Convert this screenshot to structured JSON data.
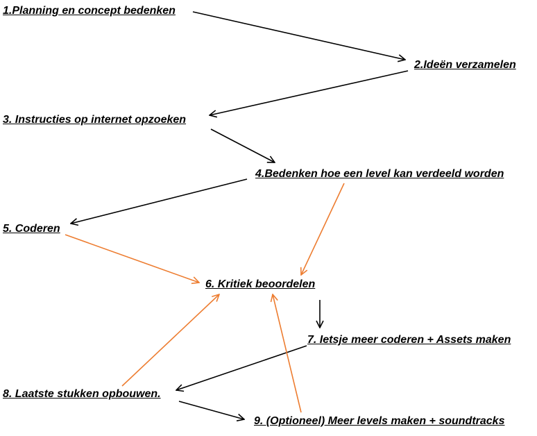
{
  "steps": [
    {
      "id": "s1",
      "label": "1.Planning en concept bedenken"
    },
    {
      "id": "s2",
      "label": "2.Ideën verzamelen"
    },
    {
      "id": "s3",
      "label": "3. Instructies op internet opzoeken"
    },
    {
      "id": "s4",
      "label": "4.Bedenken hoe een level kan verdeeld worden"
    },
    {
      "id": "s5",
      "label": "5. Coderen"
    },
    {
      "id": "s6",
      "label": "6. Kritiek beoordelen"
    },
    {
      "id": "s7",
      "label": "7. Ietsje meer coderen + Assets maken"
    },
    {
      "id": "s8",
      "label": "8. Laatste stukken opbouwen."
    },
    {
      "id": "s9",
      "label": "9. (Optioneel) Meer levels maken + soundtracks"
    }
  ],
  "connections": [
    {
      "from": "1",
      "to": "2",
      "color": "#000000"
    },
    {
      "from": "2",
      "to": "3",
      "color": "#000000"
    },
    {
      "from": "3",
      "to": "4",
      "color": "#000000"
    },
    {
      "from": "4",
      "to": "5",
      "color": "#000000"
    },
    {
      "from": "5",
      "to": "6",
      "color": "#ED7D31"
    },
    {
      "from": "4",
      "to": "6",
      "color": "#ED7D31"
    },
    {
      "from": "6",
      "to": "7",
      "color": "#000000"
    },
    {
      "from": "7",
      "to": "8",
      "color": "#000000"
    },
    {
      "from": "8",
      "to": "6",
      "color": "#ED7D31"
    },
    {
      "from": "9",
      "to": "6",
      "color": "#ED7D31"
    },
    {
      "from": "8",
      "to": "9",
      "color": "#000000"
    }
  ]
}
